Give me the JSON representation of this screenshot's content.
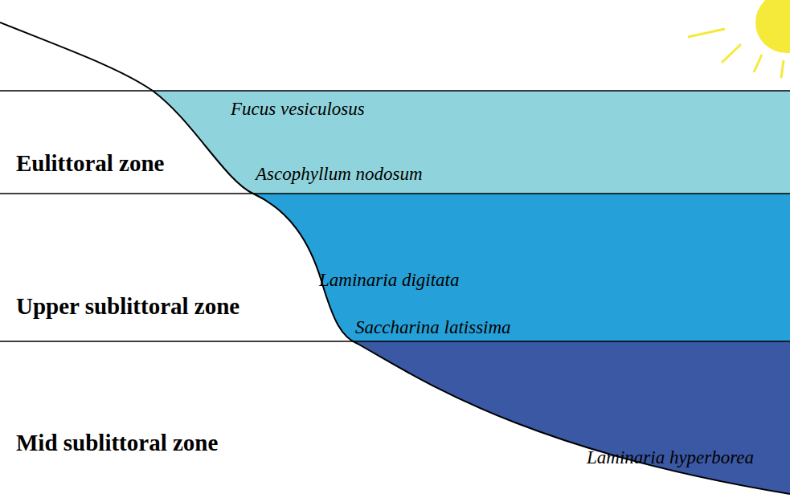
{
  "diagram": {
    "nodes": [
      {
        "text": [
          "Eulittoral zone",
          "Fucus vesiculosus",
          "Ascophyllum nodosum"
        ]
      },
      {
        "text": [
          "Upper sublittoral zone",
          "Laminaria digitata",
          "Saccharina latissima"
        ]
      },
      {
        "text": [
          "Mid sublittoral zone",
          "Laminaria hyperborea"
        ]
      }
    ]
  }
}
